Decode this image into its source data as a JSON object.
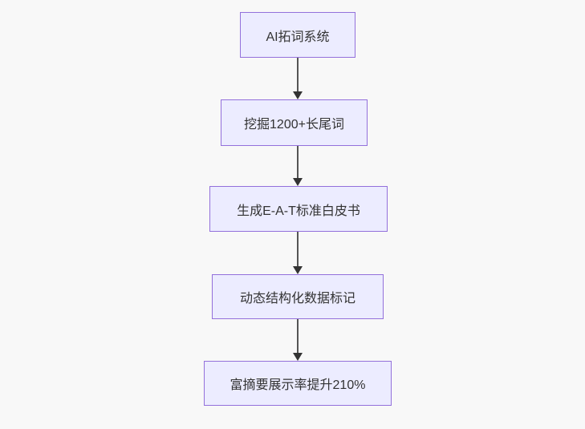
{
  "page": {
    "background_color": "#f8f8f8"
  },
  "diagram": {
    "type": "flowchart",
    "direction": "top-down",
    "style": {
      "node_fill": "#ECECFF",
      "node_border": "#9370DB",
      "node_text_color": "#333333",
      "edge_line_color": "#555555",
      "arrowhead_color": "#333333"
    },
    "nodes": [
      {
        "id": "n1",
        "label": "AI拓词系统"
      },
      {
        "id": "n2",
        "label": "挖掘1200+长尾词"
      },
      {
        "id": "n3",
        "label": "生成E-A-T标准白皮书"
      },
      {
        "id": "n4",
        "label": "动态结构化数据标记"
      },
      {
        "id": "n5",
        "label": "富摘要展示率提升210%"
      }
    ],
    "edges": [
      {
        "from": "n1",
        "to": "n2"
      },
      {
        "from": "n2",
        "to": "n3"
      },
      {
        "from": "n3",
        "to": "n4"
      },
      {
        "from": "n4",
        "to": "n5"
      }
    ]
  }
}
